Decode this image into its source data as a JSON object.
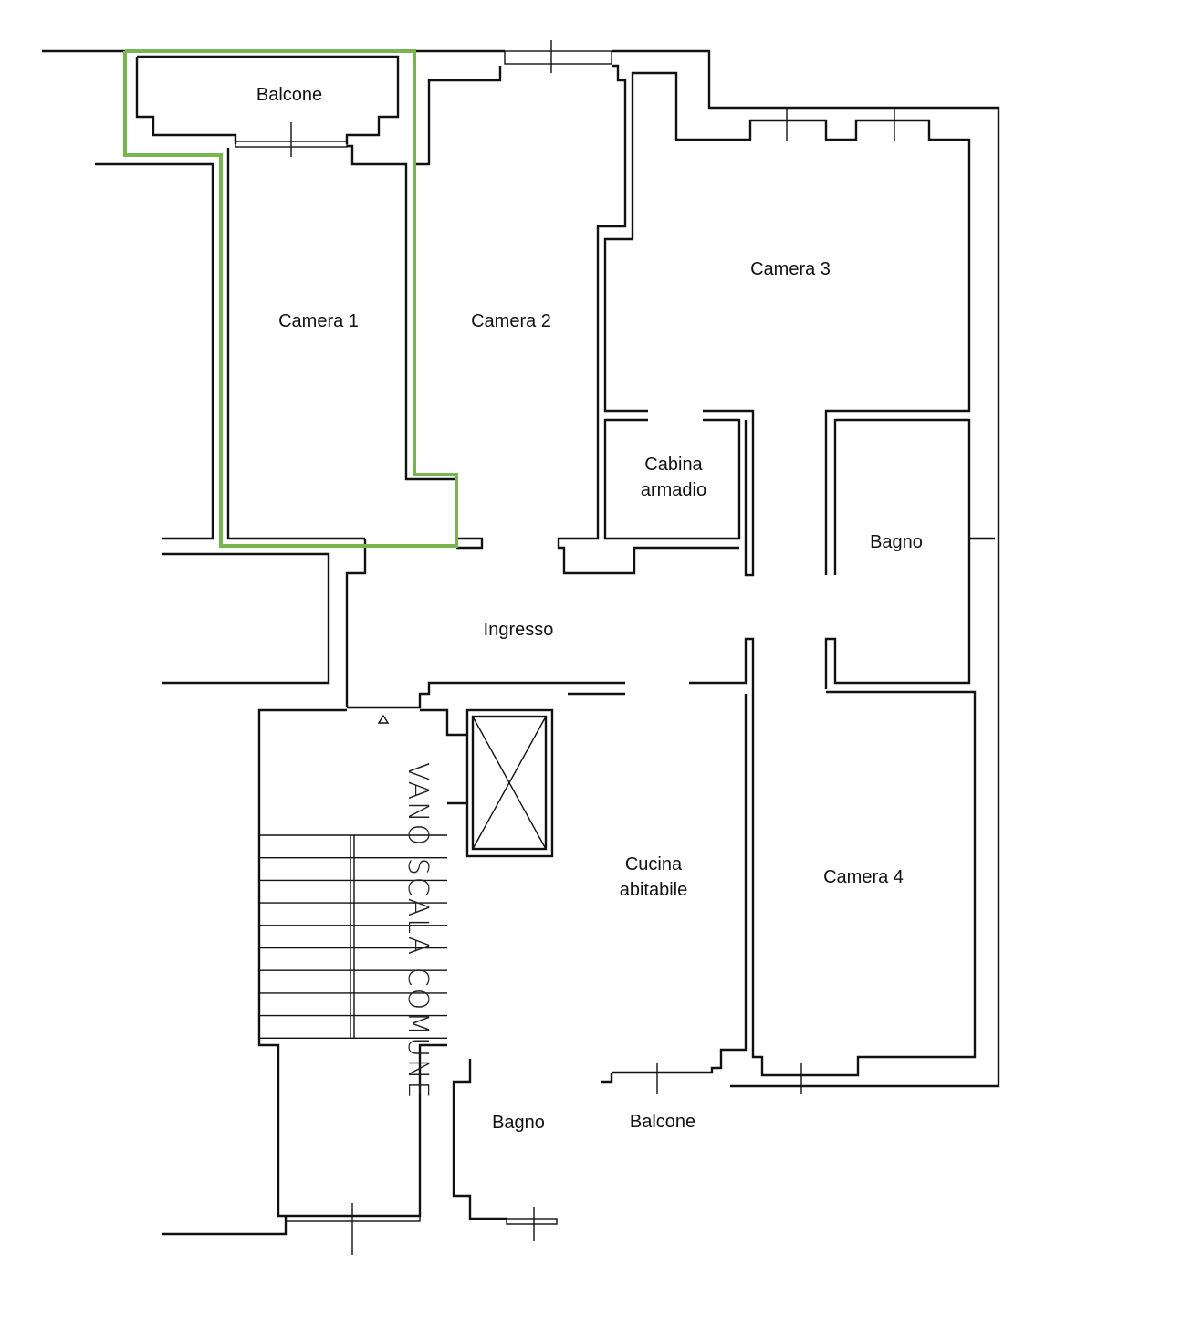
{
  "rooms": {
    "balcone_top": "Balcone",
    "camera1": "Camera 1",
    "camera2": "Camera 2",
    "camera3": "Camera 3",
    "cabina": "Cabina\narmadio",
    "bagno_right": "Bagno",
    "ingresso": "Ingresso",
    "cucina": "Cucina\nabitabile",
    "camera4": "Camera 4",
    "bagno_bottom": "Bagno",
    "balcone_bottom": "Balcone",
    "vano_scala": "VANO SCALA COMUNE"
  },
  "colors": {
    "highlight": "#78b450",
    "walls": "#111111"
  }
}
